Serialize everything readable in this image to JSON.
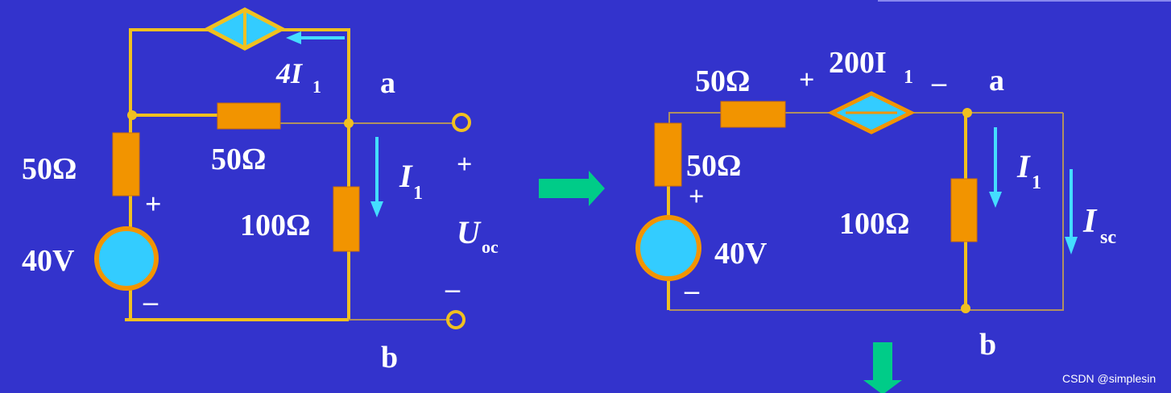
{
  "circuit_left": {
    "dep_source_label": "4I",
    "dep_source_sub": "1",
    "node_a": "a",
    "node_b": "b",
    "r_series_label": "50Ω",
    "r_left_label": "50Ω",
    "r_100_label": "100Ω",
    "current_label": "I",
    "current_sub": "1",
    "plus": "+",
    "minus": "–",
    "voltage_label": "40V",
    "uoc_label": "U",
    "uoc_sub": "oc",
    "uoc_plus": "+",
    "uoc_minus": "–"
  },
  "circuit_right": {
    "r_top_label": "50Ω",
    "dep_plus": "+",
    "dep_label": "200I",
    "dep_sub": "1",
    "dep_minus": "–",
    "node_a": "a",
    "node_b": "b",
    "r_left_label": "50Ω",
    "plus": "+",
    "voltage_label": "40V",
    "minus": "–",
    "r_100_label": "100Ω",
    "current_label": "I",
    "current_sub": "1",
    "isc_label": "I",
    "isc_sub": "sc"
  },
  "watermark": "CSDN @simplesin",
  "colors": {
    "background": "#3333cc",
    "wire": "#f0c020",
    "resistor": "#f29400",
    "source_fill": "#33ccff",
    "arrow_cyan": "#44ddff",
    "arrow_green": "#00cc88"
  }
}
